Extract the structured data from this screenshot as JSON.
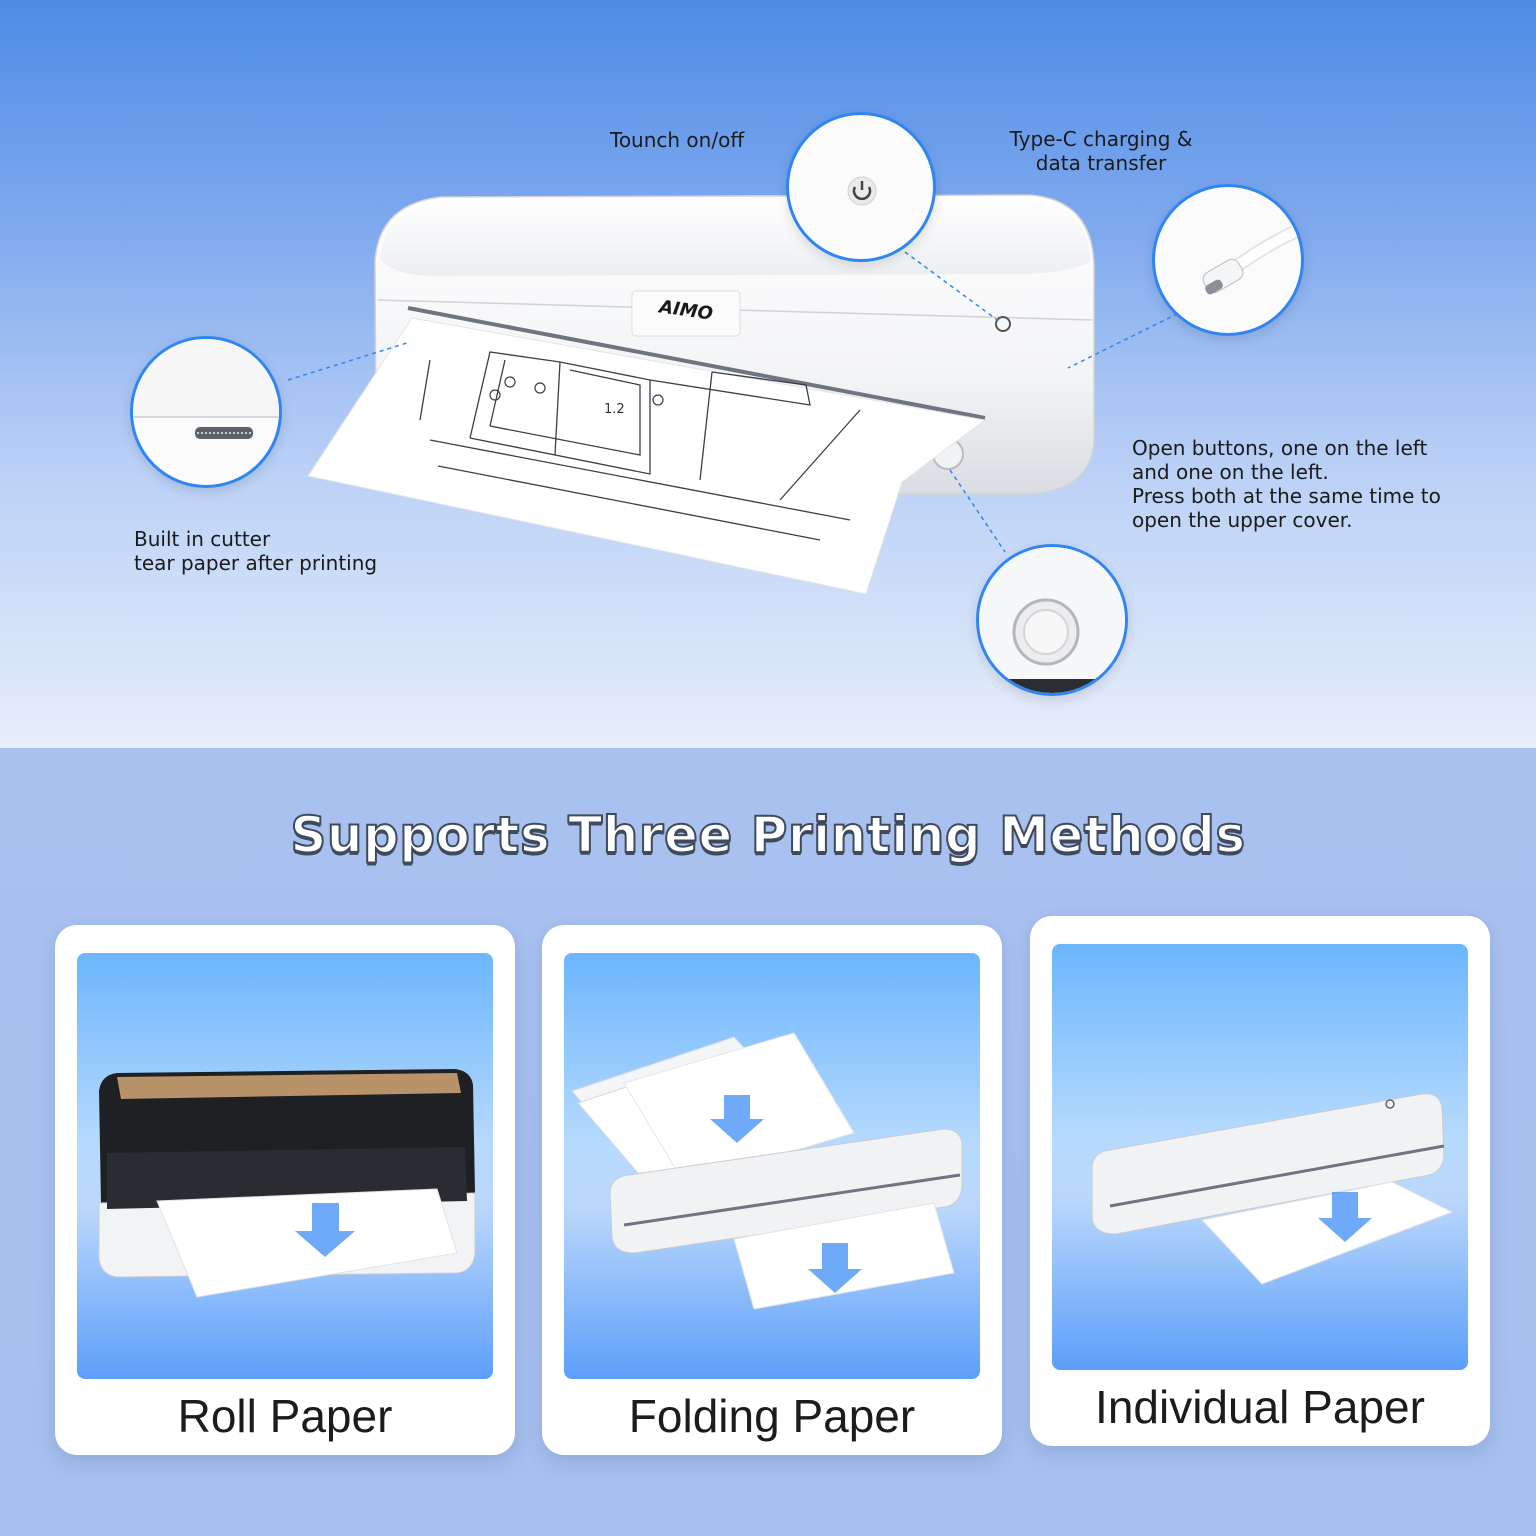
{
  "callouts": {
    "touch": "Tounch on/off",
    "typec": "Type-C charging &\ndata transfer",
    "open_buttons": "Open buttons, one on the left\nand one on the left.\nPress both at the same time to\nopen the upper cover.",
    "cutter": "Built in cutter\ntear paper after printing"
  },
  "brand": "AIMO",
  "drawing_labels": {
    "room": "1.2"
  },
  "heading": "Supports Three Printing Methods",
  "methods": [
    {
      "label": "Roll Paper"
    },
    {
      "label": "Folding Paper"
    },
    {
      "label": "Individual Paper"
    }
  ],
  "colors": {
    "accent": "#2f86f3",
    "arrow": "#3d8ef5"
  }
}
